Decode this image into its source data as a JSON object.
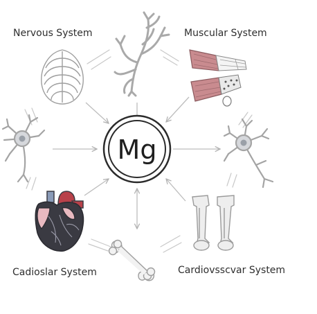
{
  "center": {
    "symbol": "Mg"
  },
  "labels": {
    "nervous": "Nervous System",
    "muscular": "Muscular System",
    "cadioslar": "Cadioslar System",
    "cardiovsscvar": "Cardiovsscvar System"
  },
  "colors": {
    "line": "#b8b8b8",
    "line_dark": "#9a9a9a",
    "ring": "#2b2b2b",
    "muscle": "#c98b8f",
    "heart_dark": "#3a3a42",
    "heart_pink": "#e8b9c0",
    "heart_red": "#b8414a",
    "heart_blue": "#8a9bb8",
    "neuron_core": "#b0b4ba",
    "bone_fill": "#f2f2f2"
  },
  "icons": {
    "top": "tree-neuron-icon",
    "top_left": "ribcage-icon",
    "top_right": "muscle-fibers-icon",
    "left": "neuron-icon",
    "right": "neuron-icon",
    "bottom_left": "anatomical-heart-icon",
    "bottom": "bone-icon",
    "bottom_right": "leg-bones-icon"
  }
}
